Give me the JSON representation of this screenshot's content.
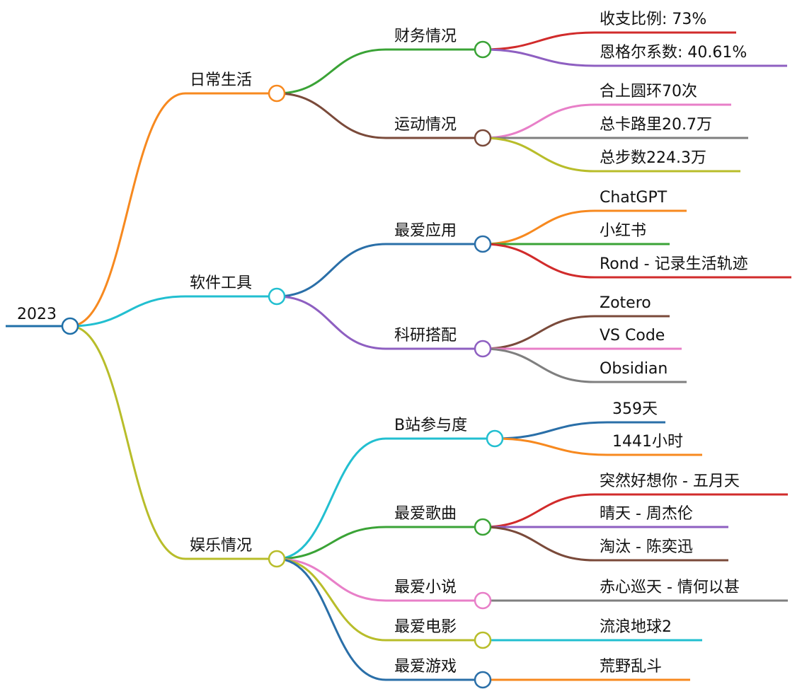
{
  "root": {
    "label": "2023",
    "color": "#1f6fa8"
  },
  "branches": [
    {
      "label": "日常生活",
      "color": "#f7891f",
      "children": [
        {
          "label": "财务情况",
          "color": "#3aa336",
          "leaves": [
            {
              "label": "收支比例: 73%",
              "color": "#d12b2b"
            },
            {
              "label": "恩格尔系数: 40.61%",
              "color": "#8e5fc1"
            }
          ]
        },
        {
          "label": "运动情况",
          "color": "#7a4a3a",
          "leaves": [
            {
              "label": "合上圆环70次",
              "color": "#e87fc8"
            },
            {
              "label": "总卡路里20.7万",
              "color": "#7f7f7f"
            },
            {
              "label": "总步数224.3万",
              "color": "#b8bd2a"
            }
          ]
        }
      ]
    },
    {
      "label": "软件工具",
      "color": "#22bfd0",
      "children": [
        {
          "label": "最爱应用",
          "color": "#2a6fa8",
          "leaves": [
            {
              "label": "ChatGPT",
              "color": "#f7891f"
            },
            {
              "label": "小红书",
              "color": "#3aa336"
            },
            {
              "label": "Rond - 记录生活轨迹",
              "color": "#d12b2b"
            }
          ]
        },
        {
          "label": "科研搭配",
          "color": "#8e5fc1",
          "leaves": [
            {
              "label": "Zotero",
              "color": "#7a4a3a"
            },
            {
              "label": "VS Code",
              "color": "#e87fc8"
            },
            {
              "label": "Obsidian",
              "color": "#7f7f7f"
            }
          ]
        }
      ]
    },
    {
      "label": "娱乐情况",
      "color": "#b8bd2a",
      "children": [
        {
          "label": "B站参与度",
          "color": "#22bfd0",
          "leaves": [
            {
              "label": "359天",
              "color": "#2a6fa8"
            },
            {
              "label": "1441小时",
              "color": "#f7891f"
            }
          ]
        },
        {
          "label": "最爱歌曲",
          "color": "#3aa336",
          "leaves": [
            {
              "label": "突然好想你 - 五月天",
              "color": "#d12b2b"
            },
            {
              "label": "晴天 - 周杰伦",
              "color": "#8e5fc1"
            },
            {
              "label": "淘汰 - 陈奕迅",
              "color": "#7a4a3a"
            }
          ]
        },
        {
          "label": "最爱小说",
          "color": "#e87fc8",
          "leaves": [
            {
              "label": "赤心巡天 - 情何以甚",
              "color": "#7f7f7f"
            }
          ]
        },
        {
          "label": "最爱电影",
          "color": "#b8bd2a",
          "leaves": [
            {
              "label": "流浪地球2",
              "color": "#22bfd0"
            }
          ]
        },
        {
          "label": "最爱游戏",
          "color": "#2a6fa8",
          "leaves": [
            {
              "label": "荒野乱斗",
              "color": "#f7891f"
            }
          ]
        }
      ]
    }
  ]
}
